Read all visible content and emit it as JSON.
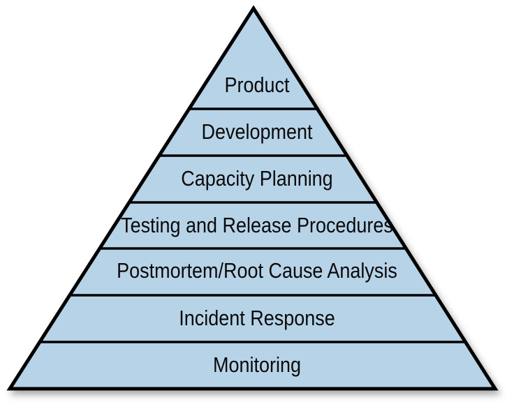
{
  "diagram": {
    "layers": [
      {
        "label": "Product"
      },
      {
        "label": "Development"
      },
      {
        "label": "Capacity Planning"
      },
      {
        "label": "Testing and Release Procedures"
      },
      {
        "label": "Postmortem/Root Cause Analysis"
      },
      {
        "label": "Incident Response"
      },
      {
        "label": "Monitoring"
      }
    ],
    "colors": {
      "layer_fill": "#b7d3e8",
      "outline": "#000000",
      "background": "#ffffff"
    }
  }
}
